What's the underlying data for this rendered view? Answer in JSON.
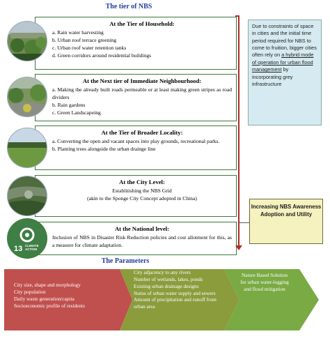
{
  "title": "The tier of NBS",
  "tiers": [
    {
      "heading": "At the Tier of Household:",
      "items": [
        "a. Rain water harvesting",
        "b. Urban roof terrace greening",
        "c. Urban roof water retention  tanks",
        "d. Green corridors  around residential  buildings"
      ]
    },
    {
      "heading": "At the Next tier of Immediate  Neighbourhood:",
      "items": [
        "a. Making  the already built roads permeable  or at least making  green stripes as road dividers",
        "b. Rain gardens",
        "c. Green Landscapeing"
      ]
    },
    {
      "heading": "At the Tier of Broader Locality:",
      "items": [
        "a. Converting  the open and vacant spaces into  play grounds, recreational  parks.",
        "b. Planting  trees alongside  the urban drainge line"
      ]
    },
    {
      "heading": "At the City Level:",
      "items": [
        "Establitishing  the NBS Grid",
        "(akin to the Sponge City Concept adopted in China)"
      ]
    },
    {
      "heading": "At the National level:",
      "items": [
        "Inclusion of NBS in Disaster Risk Reduction policies and cost allotment for this, as a measure for climate adaptation."
      ],
      "badge": {
        "number": "13",
        "label": "CLIMATE ACTION"
      }
    }
  ],
  "note": {
    "before": "Due to constraints of space in cities and the initial time period required for NBS to come to fruition, bigger cities often rely on ",
    "underlined": "a hybrid mode of operation for urban flood management",
    "after": " by incorporating grey infrastructure"
  },
  "awareness": "Increasing NBS Awareness Adoption and Utility",
  "parameters_title": "The Parameters",
  "parameters": [
    {
      "lines": [
        "City size, shape and morphology",
        "City population",
        "Daily waste generation/capita",
        "Socioeconomic profile of residents"
      ]
    },
    {
      "lines": [
        "City adjacency to any rivers",
        "Number of wetlands, lakes, ponds",
        "Existing urban drainage designs",
        "Status of urban water supply and sewers",
        "Amount of precipitation and runoff from urban area"
      ]
    },
    {
      "lines": [
        "Nature Based Solution for urban water-logging and flood mitigation"
      ]
    }
  ],
  "colors": {
    "chevron1": "#c0504d",
    "chevron2": "#8b9c3d",
    "chevron3": "#7aaa43",
    "note_bg": "#d6ebf1",
    "awareness_bg": "#f6f2bf",
    "accent_line": "#b02a2a",
    "title": "#1f3f9a"
  }
}
